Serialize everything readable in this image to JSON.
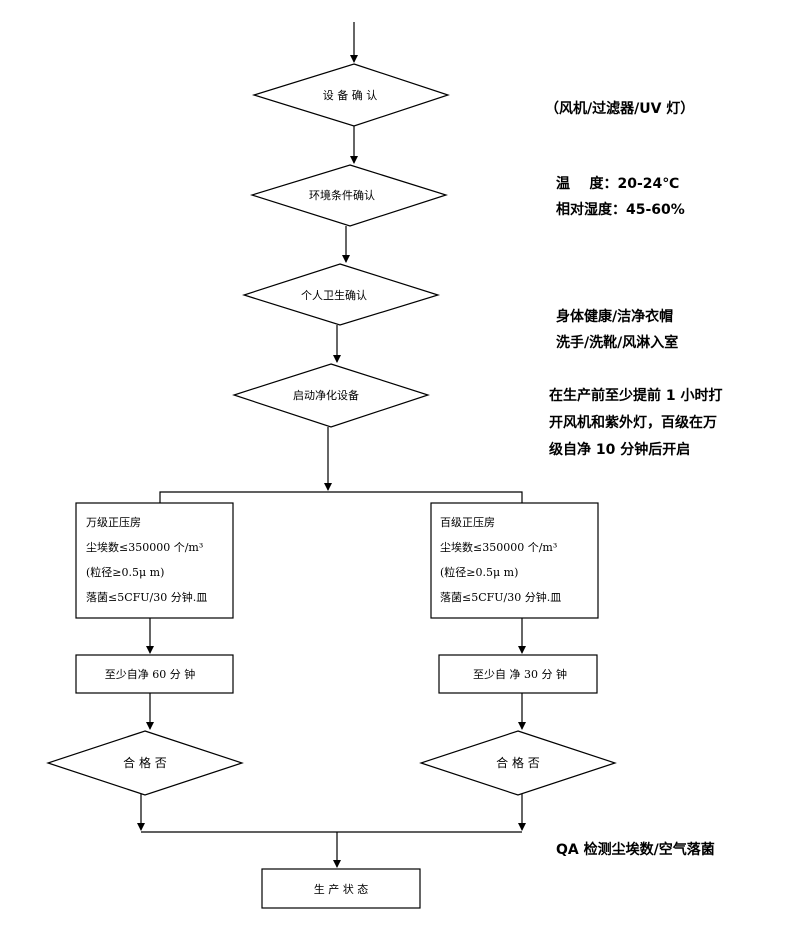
{
  "nodes": {
    "equipment_check": "设 备 确 认",
    "environment_check": "环境条件确认",
    "personal_hygiene_check": "个人卫生确认",
    "start_purification": "启动净化设备",
    "qualified_left": "合 格 否",
    "qualified_right": "合 格 否",
    "self_clean_left": "至少自净 60 分 钟",
    "self_clean_right": "至少自 净  30  分 钟",
    "production_state": "生  产  状  态"
  },
  "left_room": {
    "title": "万级正压房",
    "dust": "尘埃数≤350000 个/m³",
    "particle": "(粒径≥0.5μ m)",
    "bacteria": "落菌≤5CFU/30 分钟.皿"
  },
  "right_room": {
    "title": "百级正压房",
    "dust": "尘埃数≤350000 个/m³",
    "particle": "(粒径≥0.5μ m)",
    "bacteria": "落菌≤5CFU/30 分钟.皿"
  },
  "notes": {
    "equipment": "（风机/过滤器/UV 灯）",
    "temperature": "温    度：20-24℃",
    "humidity": "相对湿度：45-60%",
    "health": "身体健康/洁净衣帽",
    "wash": "洗手/洗靴/风淋入室",
    "startup_line1": "在生产前至少提前 1 小时打",
    "startup_line2": "开风机和紫外灯，百级在万",
    "startup_line3": "级自净 10 分钟后开启",
    "qa": "QA 检测尘埃数/空气落菌"
  },
  "colors": {
    "stroke": "#000000",
    "background": "#ffffff"
  }
}
